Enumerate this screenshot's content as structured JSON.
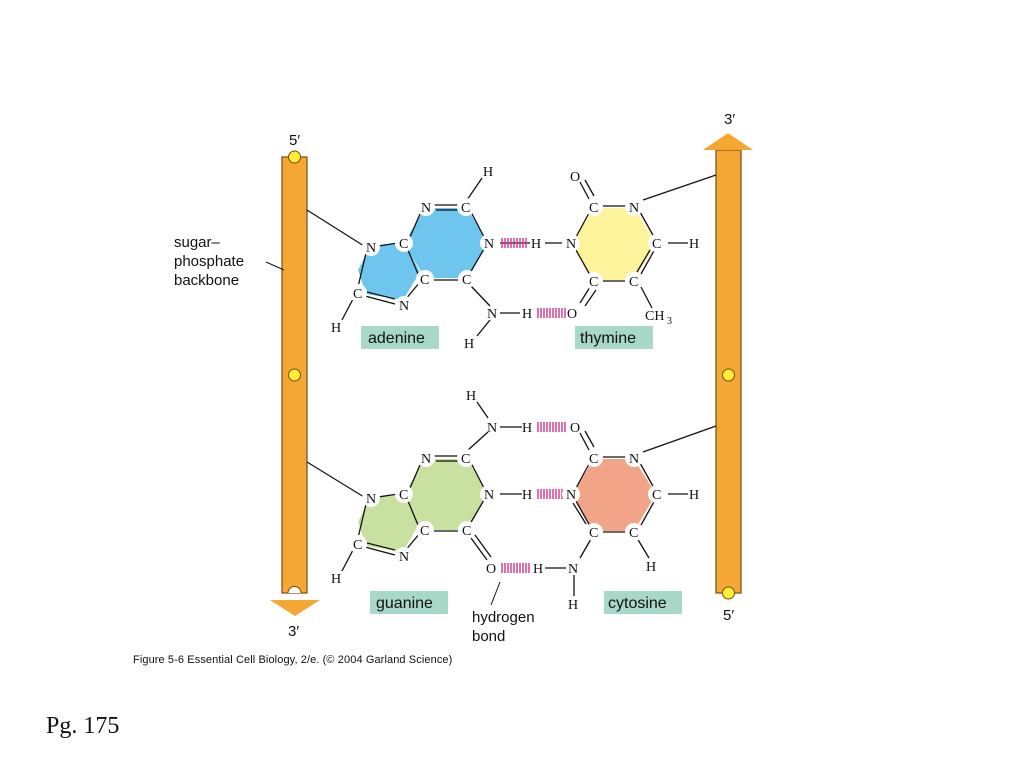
{
  "labels": {
    "left_top_end": "5′",
    "left_bottom_end": "3′",
    "right_top_end": "3′",
    "right_bottom_end": "5′",
    "backbone_line1": "sugar–",
    "backbone_line2": "phosphate",
    "backbone_line3": "backbone",
    "hbond_line1": "hydrogen",
    "hbond_line2": "bond"
  },
  "bases": {
    "adenine": "adenine",
    "thymine": "thymine",
    "guanine": "guanine",
    "cytosine": "cytosine"
  },
  "atoms": {
    "H": "H",
    "C": "C",
    "N": "N",
    "O": "O",
    "CH3": "CH",
    "CH3_sub": "3",
    "NH": "N—H",
    "HN": "H—N",
    "CH_bond": "C —H"
  },
  "caption": "Figure 5-6  Essential Cell Biology, 2/e. (© 2004 Garland Science)",
  "page_number": "Pg. 175",
  "colors": {
    "backbone": "#f5a733",
    "backbone_stroke": "#7a4a10",
    "phosphate": "#ffee33",
    "adenine": "#6ec6ee",
    "thymine": "#fdf39a",
    "guanine": "#c8e0a0",
    "cytosine": "#f2a488",
    "label_bg": "#a8d8c8",
    "hbond": "#d6338c"
  }
}
